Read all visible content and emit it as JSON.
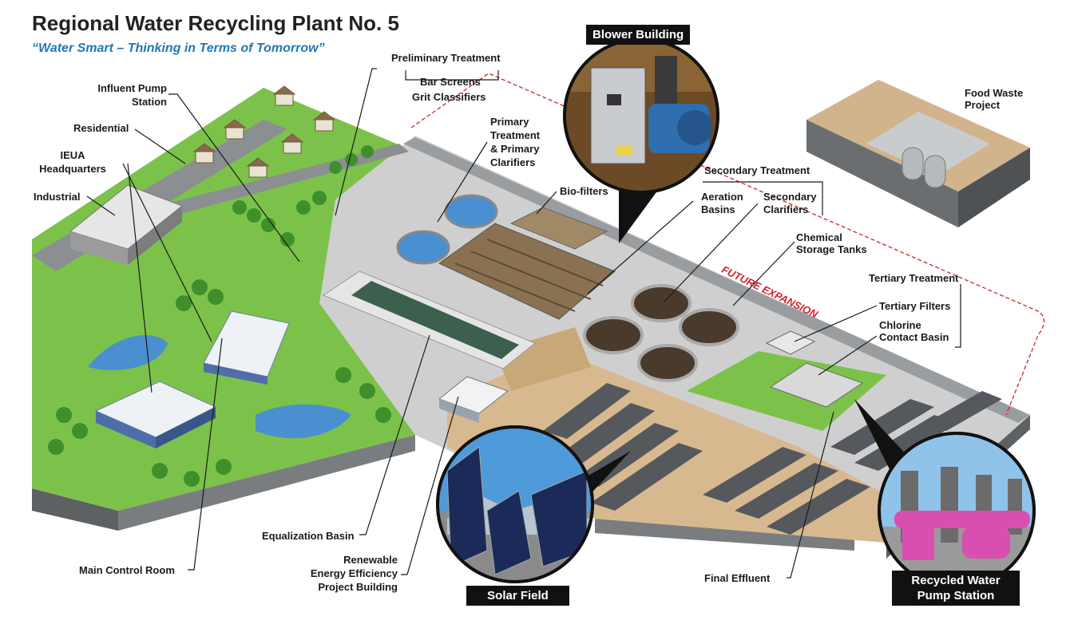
{
  "title": "Regional Water Recycling Plant No. 5",
  "subtitle": "“Water Smart – Thinking in Terms of Tomorrow”",
  "labels": {
    "preliminary_treatment": "Preliminary Treatment",
    "bar_screens": "Bar Screens",
    "grit_classifiers": "Grit Classifiers",
    "influent_pump_station_1": "Influent Pump",
    "influent_pump_station_2": "Station",
    "residential": "Residential",
    "ieua_1": "IEUA",
    "ieua_2": "Headquarters",
    "industrial": "Industrial",
    "primary_1": "Primary",
    "primary_2": "Treatment",
    "primary_3": "& Primary",
    "primary_4": "Clarifiers",
    "bio_filters": "Bio-filters",
    "secondary_treatment": "Secondary Treatment",
    "aeration_1": "Aeration",
    "aeration_2": "Basins",
    "secondary_clarifiers_1": "Secondary",
    "secondary_clarifiers_2": "Clarifiers",
    "chemical_1": "Chemical",
    "chemical_2": "Storage Tanks",
    "food_waste_1": "Food Waste",
    "food_waste_2": "Project",
    "future_expansion": "FUTURE EXPANSION",
    "tertiary_treatment": "Tertiary Treatment",
    "tertiary_filters": "Tertiary Filters",
    "chlorine_1": "Chlorine",
    "chlorine_2": "Contact Basin",
    "equalization_basin": "Equalization Basin",
    "renewable_1": "Renewable",
    "renewable_2": "Energy Efficiency",
    "renewable_3": "Project Building",
    "main_control_room": "Main Control Room",
    "final_effluent": "Final Effluent"
  },
  "callouts": {
    "blower_building": "Blower Building",
    "solar_field": "Solar Field",
    "pump_station_1": "Recycled Water",
    "pump_station_2": "Pump Station"
  },
  "colors": {
    "grass": "#7cc24a",
    "grass_dark": "#4f9a2c",
    "ground": "#d2b48c",
    "concrete": "#b9bcbf",
    "water": "#4a8fd0",
    "slab_side": "#6b6e70",
    "future_line": "#d0242b",
    "accent_blue": "#1f78b4"
  }
}
